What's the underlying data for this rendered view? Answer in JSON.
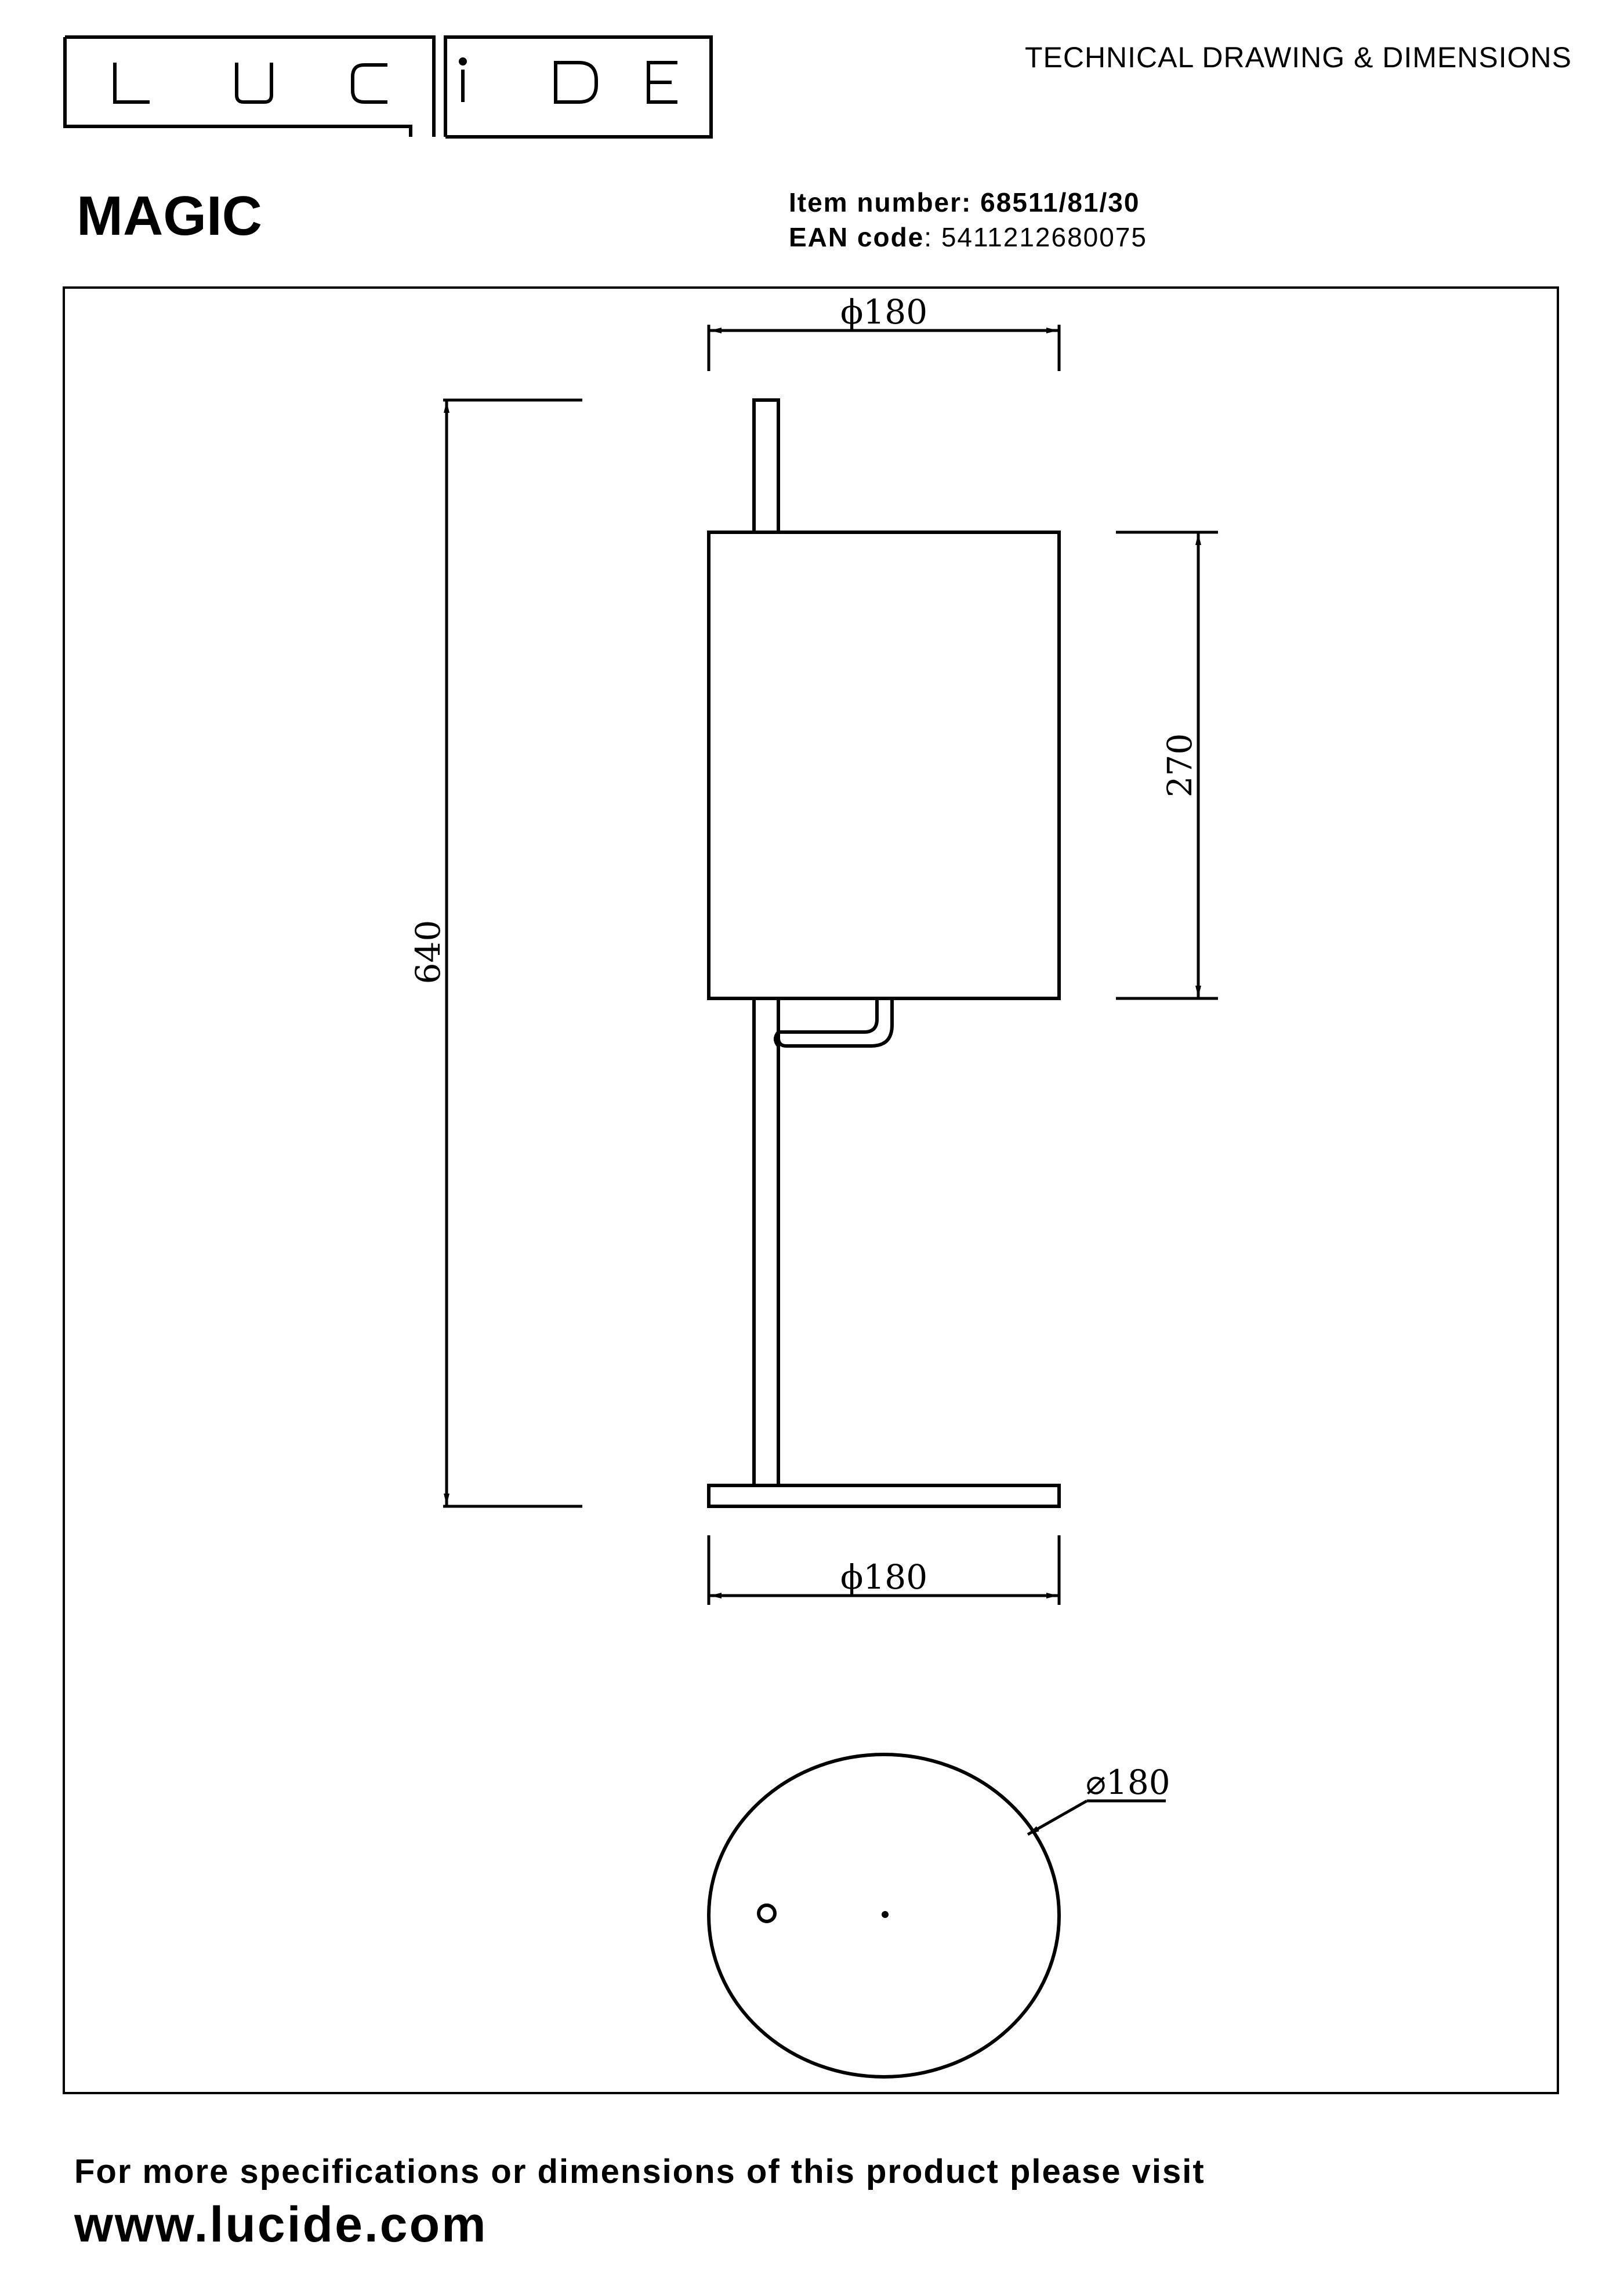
{
  "header": {
    "brand": "LUCIDE",
    "doc_type": "TECHNICAL DRAWING & DIMENSIONS"
  },
  "product": {
    "name": "MAGIC",
    "item_label": "Item number:",
    "item_number": "68511/81/30",
    "ean_label": "EAN code",
    "ean_code": ": 5411212680075"
  },
  "dimensions": {
    "shade_diameter": "ϕ180",
    "base_diameter": "ϕ180",
    "total_height": "640",
    "shade_height": "270",
    "top_view_diameter": "⌀180"
  },
  "footer": {
    "text": "For more specifications or dimensions of this product please visit",
    "url": "www.lucide.com"
  }
}
